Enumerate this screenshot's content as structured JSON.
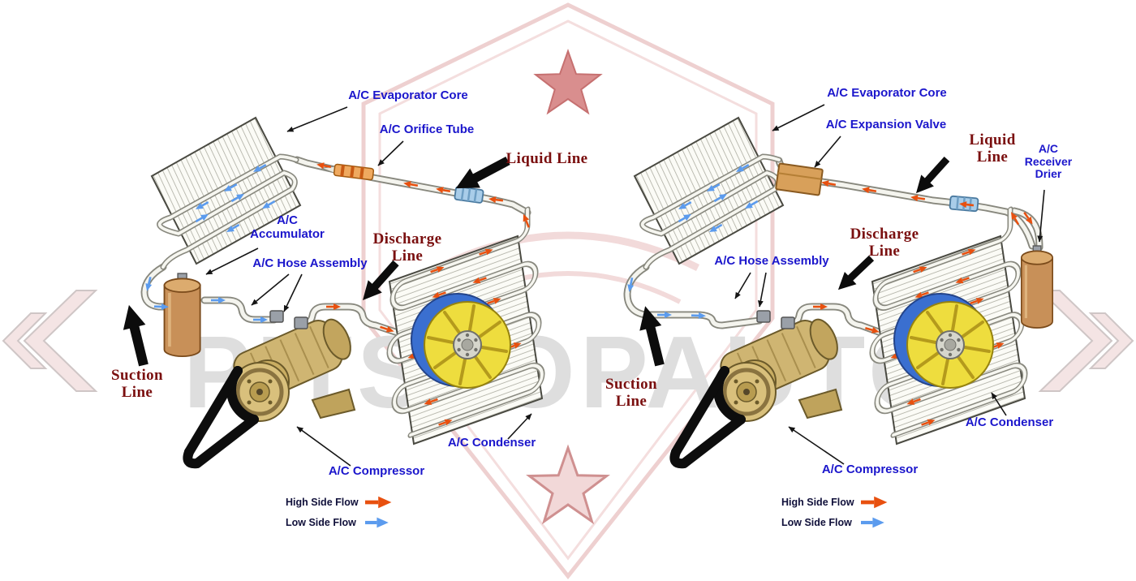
{
  "watermark": {
    "text": "PITSTOPAUTO"
  },
  "colors": {
    "label_blue": "#1b16cc",
    "label_dark_red": "#7a0f0f",
    "high_side_flow": "#e8500f",
    "low_side_flow": "#5b9bee",
    "legend_text": "#10103a"
  },
  "left": {
    "evaporator_label": "A/C Evaporator Core",
    "orifice_tube_label": "A/C Orifice Tube",
    "liquid_line_label": "Liquid Line",
    "accumulator_label": [
      "A/C",
      "Accumulator"
    ],
    "hose_assembly_label": "A/C Hose Assembly",
    "discharge_label": [
      "Discharge",
      "Line"
    ],
    "suction_label": [
      "Suction",
      "Line"
    ],
    "condenser_label": "A/C Condenser",
    "compressor_label": "A/C Compressor",
    "legend_high": "High Side Flow",
    "legend_low": "Low Side Flow"
  },
  "right": {
    "evaporator_label": "A/C Evaporator Core",
    "expansion_valve_label": "A/C Expansion Valve",
    "liquid_label": [
      "Liquid",
      "Line"
    ],
    "receiver_drier_label": [
      "A/C",
      "Receiver",
      "Drier"
    ],
    "hose_assembly_label": "A/C Hose Assembly",
    "discharge_label": [
      "Discharge",
      "Line"
    ],
    "suction_label": [
      "Suction",
      "Line"
    ],
    "condenser_label": "A/C Condenser",
    "compressor_label": "A/C Compressor",
    "legend_high": "High Side Flow",
    "legend_low": "Low Side Flow"
  }
}
